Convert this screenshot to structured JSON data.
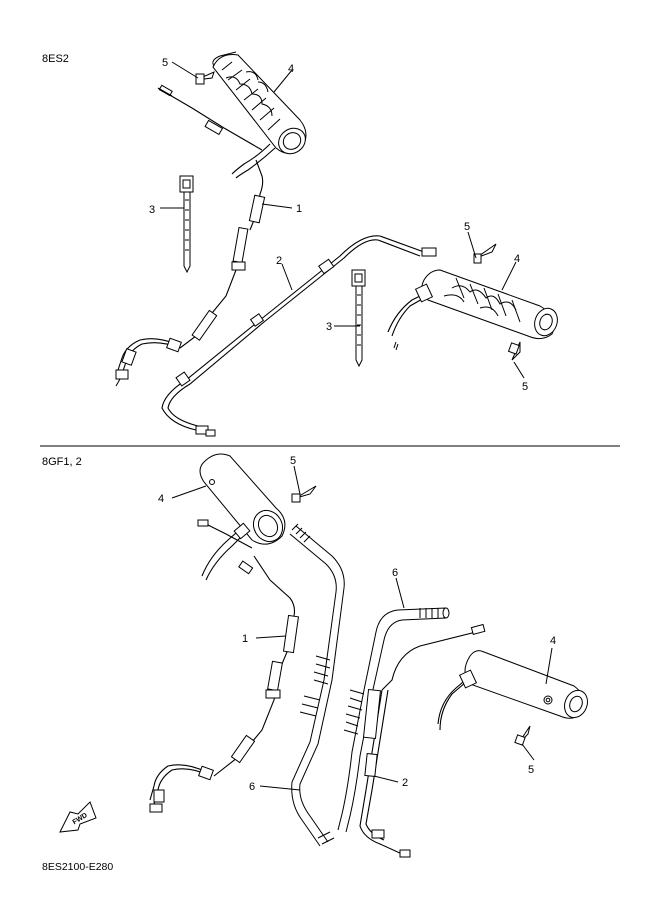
{
  "diagram": {
    "sections": [
      {
        "model_code": "8ES2",
        "callouts": {
          "c1": "1",
          "c2": "2",
          "c3a": "3",
          "c3b": "3",
          "c4a": "4",
          "c4b": "4",
          "c5a": "5",
          "c5b": "5",
          "c5c": "5"
        }
      },
      {
        "model_code": "8GF1, 2",
        "callouts": {
          "c1": "1",
          "c2": "2",
          "c4a": "4",
          "c4b": "4",
          "c5a": "5",
          "c5b": "5",
          "c6a": "6",
          "c6b": "6"
        }
      }
    ],
    "forward_arrow_label": "FWD",
    "figure_code": "8ES2100-E280"
  }
}
